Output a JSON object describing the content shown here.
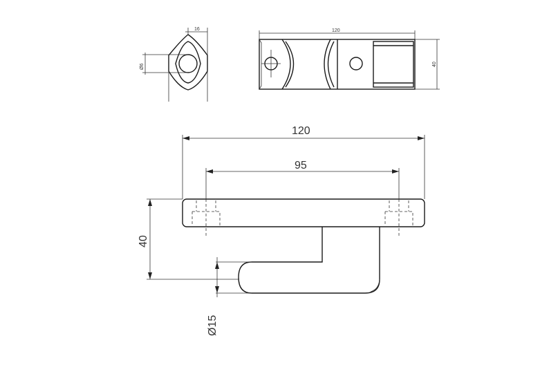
{
  "drawing": {
    "dimensions": {
      "top_width_16": "16",
      "top_hole_6": "Ø6",
      "top_length_120": "120",
      "top_height_40": "40",
      "main_length_120": "120",
      "main_spacing_95": "95",
      "main_height_40": "40",
      "main_diameter_15": "Ø15"
    },
    "colors": {
      "line": "#1a1a1a",
      "background": "#ffffff"
    }
  }
}
